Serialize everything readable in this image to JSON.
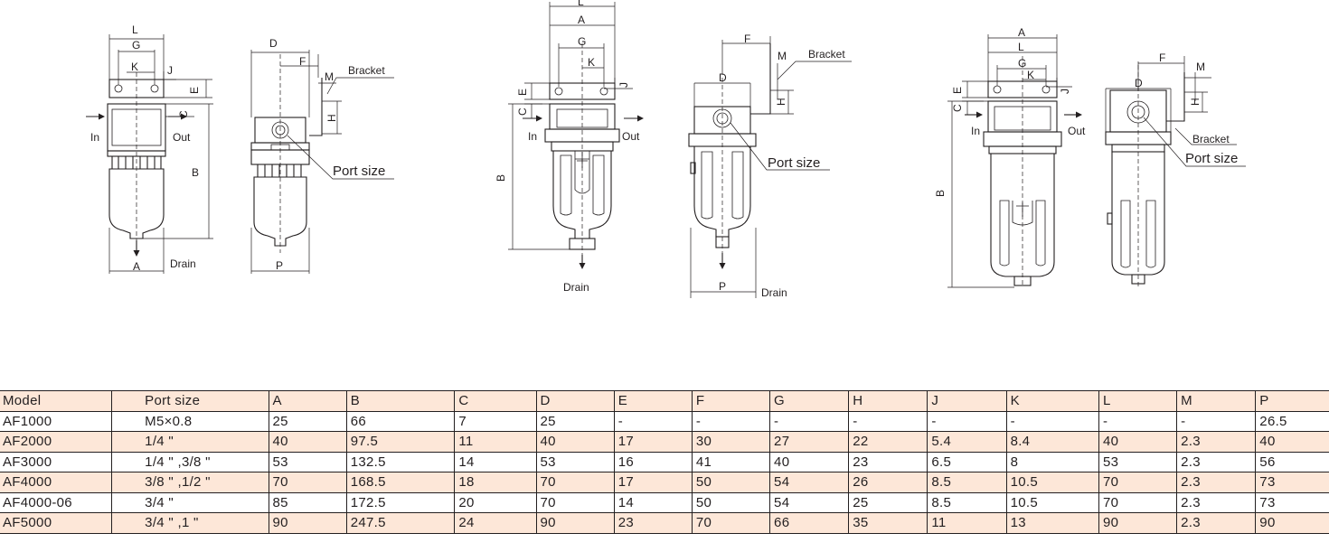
{
  "drawings": {
    "fig1": {
      "labels": {
        "L": "L",
        "G": "G",
        "K": "K",
        "J": "J",
        "E": "E",
        "C": "C",
        "In": "In",
        "Out": "Out",
        "B": "B",
        "A": "A",
        "Drain": "Drain",
        "D": "D",
        "F": "F",
        "M": "M",
        "H": "H",
        "Bracket": "Bracket",
        "PortSize": "Port size",
        "P": "P"
      }
    },
    "fig2": {
      "labels": {
        "L": "L",
        "A": "A",
        "G": "G",
        "K": "K",
        "J": "J",
        "E": "E",
        "C": "C",
        "In": "In",
        "Out": "Out",
        "B": "B",
        "Drain": "Drain",
        "F": "F",
        "M": "M",
        "D": "D",
        "H": "H",
        "Bracket": "Bracket",
        "PortSize": "Port size",
        "P": "P",
        "Drain2": "Drain"
      }
    },
    "fig3": {
      "labels": {
        "A": "A",
        "L": "L",
        "G": "G",
        "K": "K",
        "J": "J",
        "E": "E",
        "C": "C",
        "In": "In",
        "Out": "Out",
        "B": "B",
        "F": "F",
        "M": "M",
        "D": "D",
        "H": "H",
        "Bracket": "Bracket",
        "PortSize": "Port size"
      }
    }
  },
  "table": {
    "headers": [
      "Model",
      "Port size",
      "A",
      "B",
      "C",
      "D",
      "E",
      "F",
      "G",
      "H",
      "J",
      "K",
      "L",
      "M",
      "P"
    ],
    "rows": [
      [
        "AF1000",
        "M5×0.8",
        "25",
        "66",
        "7",
        "25",
        "-",
        "-",
        "-",
        "-",
        "-",
        "-",
        "-",
        "-",
        "26.5"
      ],
      [
        "AF2000",
        "1/4 \"",
        "40",
        "97.5",
        "11",
        "40",
        "17",
        "30",
        "27",
        "22",
        "5.4",
        "8.4",
        "40",
        "2.3",
        "40"
      ],
      [
        "AF3000",
        "1/4 \" ,3/8 \"",
        "53",
        "132.5",
        "14",
        "53",
        "16",
        "41",
        "40",
        "23",
        "6.5",
        "8",
        "53",
        "2.3",
        "56"
      ],
      [
        "AF4000",
        "3/8 \" ,1/2 \"",
        "70",
        "168.5",
        "18",
        "70",
        "17",
        "50",
        "54",
        "26",
        "8.5",
        "10.5",
        "70",
        "2.3",
        "73"
      ],
      [
        "AF4000-06",
        "3/4 \"",
        "85",
        "172.5",
        "20",
        "70",
        "14",
        "50",
        "54",
        "25",
        "8.5",
        "10.5",
        "70",
        "2.3",
        "73"
      ],
      [
        "AF5000",
        "3/4 \" ,1 \"",
        "90",
        "247.5",
        "24",
        "90",
        "23",
        "70",
        "66",
        "35",
        "11",
        "13",
        "90",
        "2.3",
        "90"
      ]
    ]
  }
}
